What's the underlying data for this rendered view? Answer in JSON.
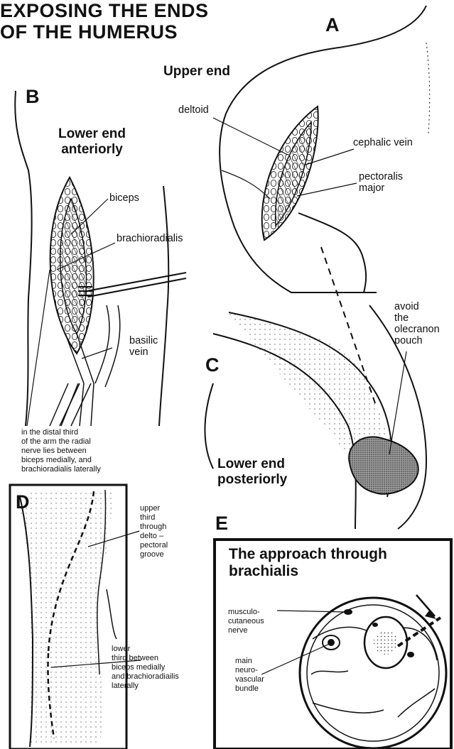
{
  "title_lines": [
    "EXPOSING THE ENDS",
    "OF THE HUMERUS"
  ],
  "panels": {
    "A": {
      "letter": "A",
      "heading": "Upper end",
      "labels": {
        "deltoid": "deltoid",
        "cephalic_vein": "cephalic vein",
        "pectoralis_major": "pectoralis\nmajor"
      }
    },
    "B": {
      "letter": "B",
      "heading": "Lower end\nanteriorly",
      "labels": {
        "biceps": "biceps",
        "brachioradialis": "brachioradialis",
        "basilic_vein": "basilic\nvein",
        "note": "in the distal third\nof the arm the radial\nnerve lies between\nbiceps medially, and\nbrachioradialis laterally"
      }
    },
    "C": {
      "letter": "C",
      "heading": "Lower end\nposteriorly",
      "labels": {
        "olecranon": "avoid\nthe\nolecranon\npouch"
      }
    },
    "D": {
      "letter": "D",
      "labels": {
        "upper_third": "upper\nthird\nthrough\ndelto –\npectoral\ngroove",
        "lower_third": "lower\nthird between\nbiceps medially\nand brachioradiailis\nlaterally"
      }
    },
    "E": {
      "letter": "E",
      "box_title": "The approach through\nbrachialis",
      "labels": {
        "musculocutaneous": "musculo-\ncutaneous\nnerve",
        "neurovascular": "main\nneuro-\nvascular\nbundle"
      }
    }
  }
}
